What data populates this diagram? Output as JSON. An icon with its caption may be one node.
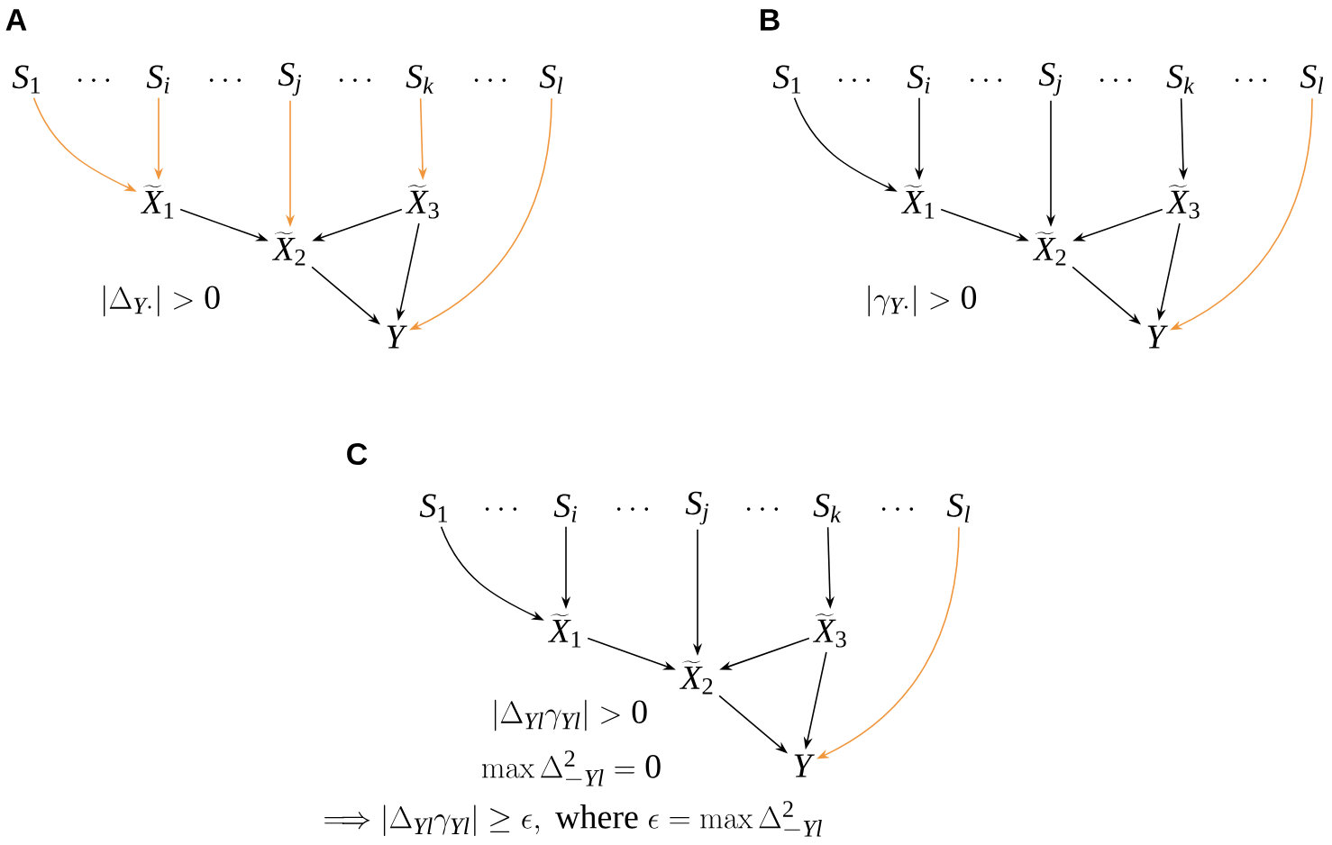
{
  "diagram": {
    "nodes": [
      {
        "text": [
          "S_1"
        ]
      },
      {
        "text": [
          "S_i"
        ]
      },
      {
        "text": [
          "S_j"
        ]
      },
      {
        "text": [
          "S_k"
        ]
      },
      {
        "text": [
          "S_l"
        ]
      },
      {
        "text": [
          "\\widetilde{X}_1"
        ]
      },
      {
        "text": [
          "\\widetilde{X}_2"
        ]
      },
      {
        "text": [
          "\\widetilde{X}_3"
        ]
      },
      {
        "text": [
          "Y"
        ]
      },
      {
        "text": [
          "S_1"
        ]
      },
      {
        "text": [
          "S_i"
        ]
      },
      {
        "text": [
          "S_j"
        ]
      },
      {
        "text": [
          "S_k"
        ]
      },
      {
        "text": [
          "S_l"
        ]
      },
      {
        "text": [
          "\\widetilde{X}_1"
        ]
      },
      {
        "text": [
          "\\widetilde{X}_2"
        ]
      },
      {
        "text": [
          "\\widetilde{X}_3"
        ]
      },
      {
        "text": [
          "Y"
        ]
      },
      {
        "text": [
          "S_1"
        ]
      },
      {
        "text": [
          "S_i"
        ]
      },
      {
        "text": [
          "S_j"
        ]
      },
      {
        "text": [
          "S_k"
        ]
      },
      {
        "text": [
          "S_l"
        ]
      },
      {
        "text": [
          "\\widetilde{X}_1"
        ]
      },
      {
        "text": [
          "\\widetilde{X}_2"
        ]
      },
      {
        "text": [
          "\\widetilde{X}_3"
        ]
      },
      {
        "text": [
          "Y"
        ]
      }
    ],
    "edges": [
      {
        "from": 0,
        "to": 5,
        "arrow": "to",
        "color": "#f0963c"
      },
      {
        "from": 1,
        "to": 5,
        "arrow": "to",
        "color": "#f0963c"
      },
      {
        "from": 2,
        "to": 6,
        "arrow": "to",
        "color": "#f0963c"
      },
      {
        "from": 3,
        "to": 7,
        "arrow": "to",
        "color": "#f0963c"
      },
      {
        "from": 4,
        "to": 8,
        "arrow": "to",
        "color": "#f0963c"
      },
      {
        "from": 5,
        "to": 6,
        "arrow": "to"
      },
      {
        "from": 7,
        "to": 6,
        "arrow": "to"
      },
      {
        "from": 6,
        "to": 8,
        "arrow": "to"
      },
      {
        "from": 7,
        "to": 8,
        "arrow": "to"
      },
      {
        "from": 9,
        "to": 14,
        "arrow": "to"
      },
      {
        "from": 10,
        "to": 14,
        "arrow": "to"
      },
      {
        "from": 11,
        "to": 15,
        "arrow": "to"
      },
      {
        "from": 12,
        "to": 16,
        "arrow": "to"
      },
      {
        "from": 13,
        "to": 17,
        "arrow": "to",
        "color": "#f0963c"
      },
      {
        "from": 14,
        "to": 15,
        "arrow": "to"
      },
      {
        "from": 16,
        "to": 15,
        "arrow": "to"
      },
      {
        "from": 15,
        "to": 17,
        "arrow": "to"
      },
      {
        "from": 16,
        "to": 17,
        "arrow": "to"
      },
      {
        "from": 18,
        "to": 23,
        "arrow": "to"
      },
      {
        "from": 19,
        "to": 23,
        "arrow": "to"
      },
      {
        "from": 20,
        "to": 24,
        "arrow": "to"
      },
      {
        "from": 21,
        "to": 25,
        "arrow": "to"
      },
      {
        "from": 22,
        "to": 26,
        "arrow": "to",
        "color": "#f0963c"
      },
      {
        "from": 23,
        "to": 24,
        "arrow": "to"
      },
      {
        "from": 25,
        "to": 24,
        "arrow": "to"
      },
      {
        "from": 24,
        "to": 26,
        "arrow": "to"
      },
      {
        "from": 25,
        "to": 26,
        "arrow": "to"
      }
    ],
    "labels": [
      "A",
      "\\cdots",
      "\\cdots",
      "\\cdots",
      "\\cdots",
      "|\\Delta_{Y\\cdot}| > 0",
      "B",
      "\\cdots",
      "\\cdots",
      "\\cdots",
      "\\cdots",
      "|\\gamma_{Y\\cdot}| > 0",
      "C",
      "\\cdots",
      "\\cdots",
      "\\cdots",
      "\\cdots",
      "|\\Delta_{Yl}\\gamma_{Yl}| > 0",
      "\\max \\Delta^2_{-Yl} = 0",
      "\\Longrightarrow |\\Delta_{Yl}\\gamma_{Yl}| \\geq \\epsilon, \\mbox{ where } \\epsilon = \\max \\Delta^2_{-Yl}"
    ]
  }
}
